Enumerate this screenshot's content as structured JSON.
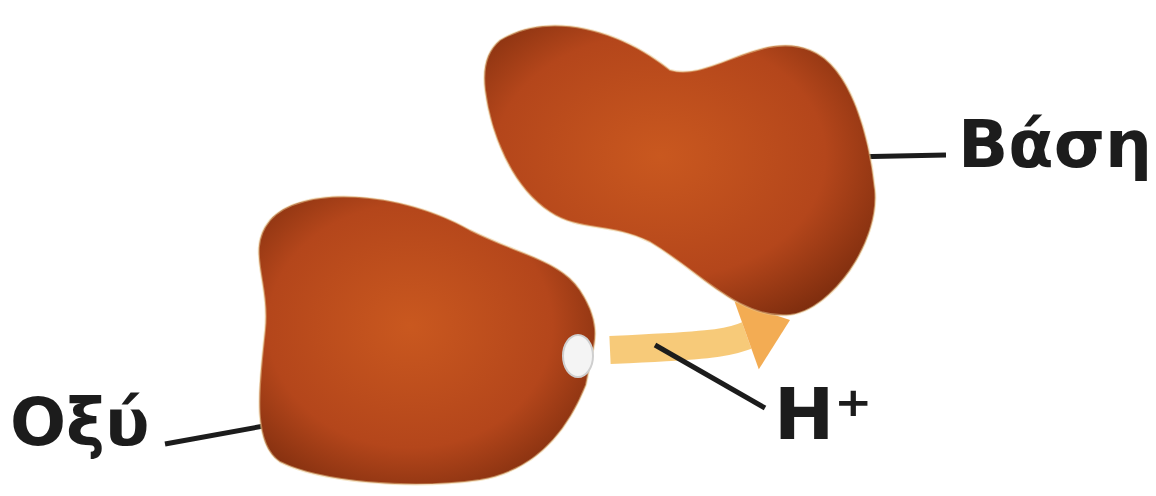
{
  "diagram": {
    "nodes": [
      {
        "text": [
          "Οξύ"
        ]
      },
      {
        "text": [
          "Βάση"
        ]
      }
    ],
    "edges": [
      {
        "from": 0,
        "to": 1,
        "arrow": "to",
        "label": "H⁺"
      }
    ]
  }
}
